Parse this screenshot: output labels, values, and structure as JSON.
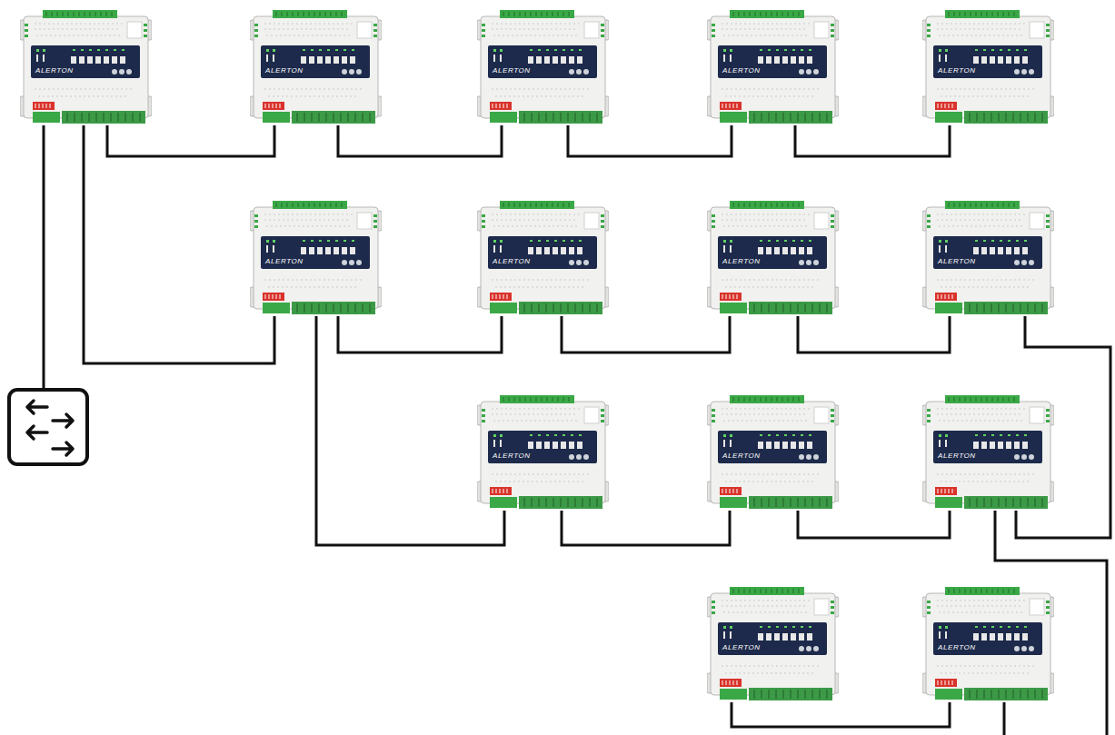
{
  "diagram": {
    "nodes": [
      {
        "text": [
          "ALERTON"
        ]
      },
      {
        "text": [
          "ALERTON"
        ]
      },
      {
        "text": [
          "ALERTON"
        ]
      },
      {
        "text": [
          "ALERTON"
        ]
      },
      {
        "text": [
          "ALERTON"
        ]
      },
      {
        "text": [
          "ALERTON"
        ]
      },
      {
        "text": [
          "ALERTON"
        ]
      },
      {
        "text": [
          "ALERTON"
        ]
      },
      {
        "text": [
          "ALERTON"
        ]
      },
      {
        "text": [
          "ALERTON"
        ]
      },
      {
        "text": [
          "ALERTON"
        ]
      },
      {
        "text": [
          "ALERTON"
        ]
      },
      {
        "text": [
          "ALERTON"
        ]
      },
      {
        "text": [
          "ALERTON"
        ]
      }
    ],
    "edges": [
      {
        "from": 0,
        "to": 1,
        "arrow": "none"
      },
      {
        "from": 1,
        "to": 2,
        "arrow": "none"
      },
      {
        "from": 2,
        "to": 3,
        "arrow": "none"
      },
      {
        "from": 3,
        "to": 4,
        "arrow": "none"
      },
      {
        "from": 0,
        "to": 5,
        "arrow": "none"
      },
      {
        "from": 5,
        "to": 6,
        "arrow": "none"
      },
      {
        "from": 6,
        "to": 7,
        "arrow": "none"
      },
      {
        "from": 7,
        "to": 8,
        "arrow": "none"
      },
      {
        "from": 8,
        "to": 11,
        "arrow": "none"
      },
      {
        "from": 5,
        "to": 9,
        "arrow": "none"
      },
      {
        "from": 9,
        "to": 10,
        "arrow": "none"
      },
      {
        "from": 10,
        "to": 11,
        "arrow": "none"
      },
      {
        "from": 12,
        "to": 13,
        "arrow": "none"
      }
    ]
  }
}
